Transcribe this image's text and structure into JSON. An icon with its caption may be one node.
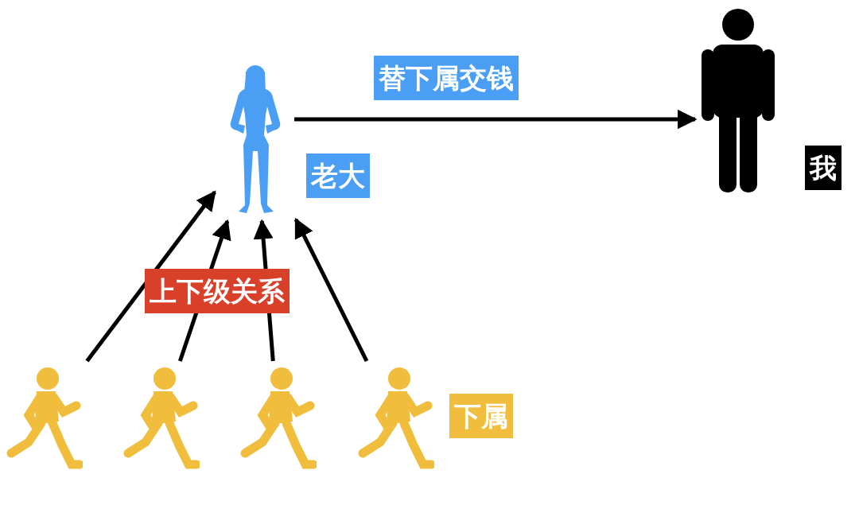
{
  "diagram": {
    "nodes": [
      {
        "text": [],
        "shape": "person",
        "beside": [
          "老大"
        ]
      },
      {
        "text": [],
        "shape": "person",
        "beside": [
          "我"
        ]
      },
      {
        "text": [],
        "shape": "person"
      },
      {
        "text": [],
        "shape": "person"
      },
      {
        "text": [],
        "shape": "person"
      },
      {
        "text": [],
        "shape": "person",
        "beside": [
          "下属"
        ]
      }
    ],
    "edges": [
      {
        "from": 0,
        "to": 1,
        "arrow": "to",
        "label": "替下属交钱"
      },
      {
        "from": 2,
        "to": 0,
        "arrow": "to"
      },
      {
        "from": 3,
        "to": 0,
        "arrow": "to"
      },
      {
        "from": 4,
        "to": 0,
        "arrow": "to"
      },
      {
        "from": 5,
        "to": 0,
        "arrow": "to"
      }
    ],
    "labels": [
      "上下级关系"
    ]
  }
}
